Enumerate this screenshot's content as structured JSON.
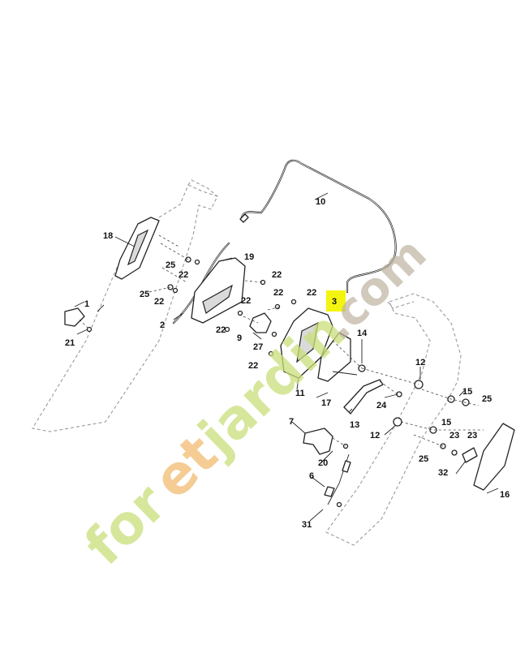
{
  "diagram": {
    "highlight": {
      "label": "3",
      "color": "#f4f411"
    },
    "callouts": [
      {
        "id": "c1",
        "label": "1"
      },
      {
        "id": "c2",
        "label": "2"
      },
      {
        "id": "c6",
        "label": "6"
      },
      {
        "id": "c7",
        "label": "7"
      },
      {
        "id": "c9",
        "label": "9"
      },
      {
        "id": "c10",
        "label": "10"
      },
      {
        "id": "c11",
        "label": "11"
      },
      {
        "id": "c12a",
        "label": "12"
      },
      {
        "id": "c12b",
        "label": "12"
      },
      {
        "id": "c13",
        "label": "13"
      },
      {
        "id": "c14",
        "label": "14"
      },
      {
        "id": "c15a",
        "label": "15"
      },
      {
        "id": "c15b",
        "label": "15"
      },
      {
        "id": "c16",
        "label": "16"
      },
      {
        "id": "c17",
        "label": "17"
      },
      {
        "id": "c18",
        "label": "18"
      },
      {
        "id": "c19",
        "label": "19"
      },
      {
        "id": "c20",
        "label": "20"
      },
      {
        "id": "c21",
        "label": "21"
      },
      {
        "id": "c22a",
        "label": "22"
      },
      {
        "id": "c22b",
        "label": "22"
      },
      {
        "id": "c22c",
        "label": "22"
      },
      {
        "id": "c22d",
        "label": "22"
      },
      {
        "id": "c22e",
        "label": "22"
      },
      {
        "id": "c22f",
        "label": "22"
      },
      {
        "id": "c22g",
        "label": "22"
      },
      {
        "id": "c22h",
        "label": "22"
      },
      {
        "id": "c22i",
        "label": "22"
      },
      {
        "id": "c23a",
        "label": "23"
      },
      {
        "id": "c23b",
        "label": "23"
      },
      {
        "id": "c24",
        "label": "24"
      },
      {
        "id": "c25a",
        "label": "25"
      },
      {
        "id": "c25b",
        "label": "25"
      },
      {
        "id": "c25c",
        "label": "25"
      },
      {
        "id": "c25d",
        "label": "25"
      },
      {
        "id": "c27",
        "label": "27"
      },
      {
        "id": "c31",
        "label": "31"
      },
      {
        "id": "c32",
        "label": "32"
      }
    ]
  },
  "watermark": {
    "part1": "for",
    "part2": "et",
    "part3": "jardin",
    "part4": ".com",
    "colors": {
      "green": "#c9df7b",
      "orange": "#f2c07a",
      "taupe": "#bdb3a0"
    }
  }
}
